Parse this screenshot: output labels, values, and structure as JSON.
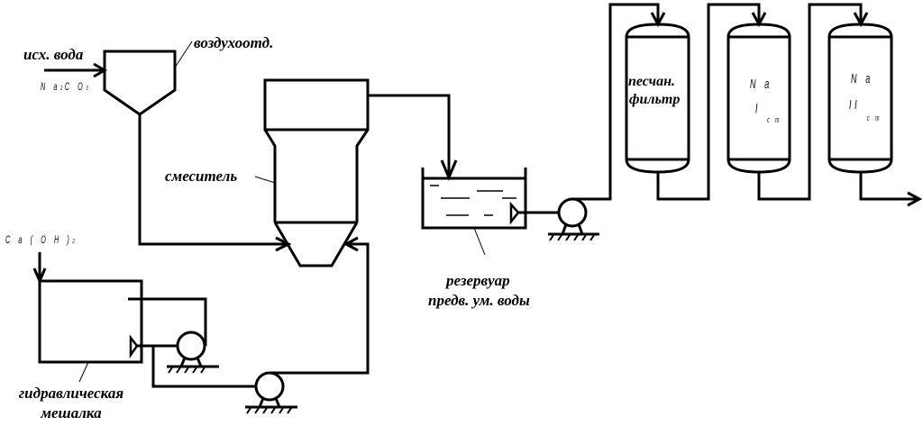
{
  "diagram": {
    "type": "water-treatment-process-flow",
    "labels": {
      "raw_water": "исх. вода",
      "soda": "Na2CO3",
      "soda_parts": {
        "main": "N a",
        "sub1": "2",
        "mid": "C O",
        "sub2": "3"
      },
      "air_separator": "воздухоотд.",
      "mixer": "смеситель",
      "lime": {
        "main": "C a ( O H )",
        "sub": "2"
      },
      "hydraulic_mixer_line1": "гидравлическая",
      "hydraulic_mixer_line2": "мешалка",
      "reservoir_line1": "резервуар",
      "reservoir_line2": "предв. ум. воды",
      "sand_filter_line1": "песчан.",
      "sand_filter_line2": "фильтр",
      "na1": {
        "main": "N a",
        "stage": "I",
        "sub": "с т"
      },
      "na2": {
        "main": "N a",
        "stage": "II",
        "sub": "с т"
      }
    },
    "equipment": [
      {
        "id": "air-separator",
        "label": "воздухоотд."
      },
      {
        "id": "mixer",
        "label": "смеситель"
      },
      {
        "id": "hydraulic-mixer",
        "label": "гидравлическая мешалка"
      },
      {
        "id": "reservoir",
        "label": "резервуар предв. ум. воды"
      },
      {
        "id": "sand-filter",
        "label": "песчан. фильтр"
      },
      {
        "id": "na-cation-filter-1",
        "label": "Na I ст"
      },
      {
        "id": "na-cation-filter-2",
        "label": "Na II ст"
      },
      {
        "id": "pump-recirculation",
        "label": ""
      },
      {
        "id": "pump-lime-dosing",
        "label": ""
      },
      {
        "id": "pump-filter-feed",
        "label": ""
      }
    ]
  }
}
